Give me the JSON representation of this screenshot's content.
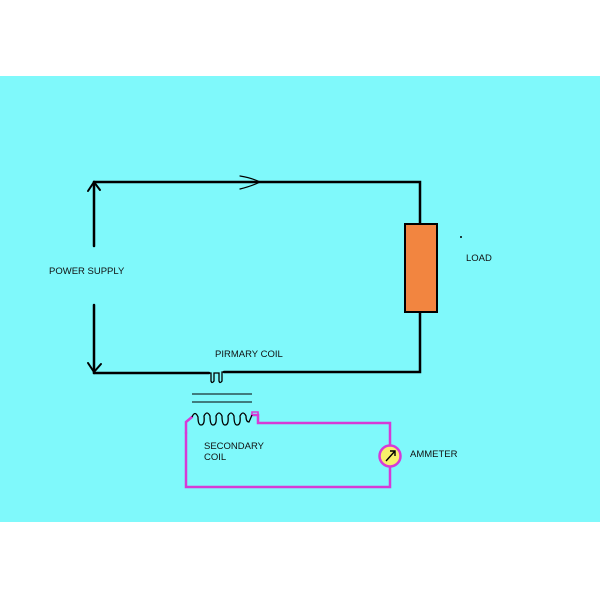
{
  "labels": {
    "power_supply": "POWER SUPPLY",
    "load": "LOAD",
    "primary_coil": "PIRMARY COIL",
    "secondary_coil_line1": "SECONDARY",
    "secondary_coil_line2": "COIL",
    "ammeter": "AMMETER"
  },
  "colors": {
    "background": "#7ff9fb",
    "page": "#ffffff",
    "primary_wire": "#000000",
    "secondary_wire": "#d63ad6",
    "load_fill": "#f28540",
    "ammeter_fill": "#f7f06a"
  },
  "icons": {
    "current_direction": "chevron-right-arrow",
    "supply_terminals": "arrowheads",
    "ammeter_dial": "needle-gauge"
  }
}
